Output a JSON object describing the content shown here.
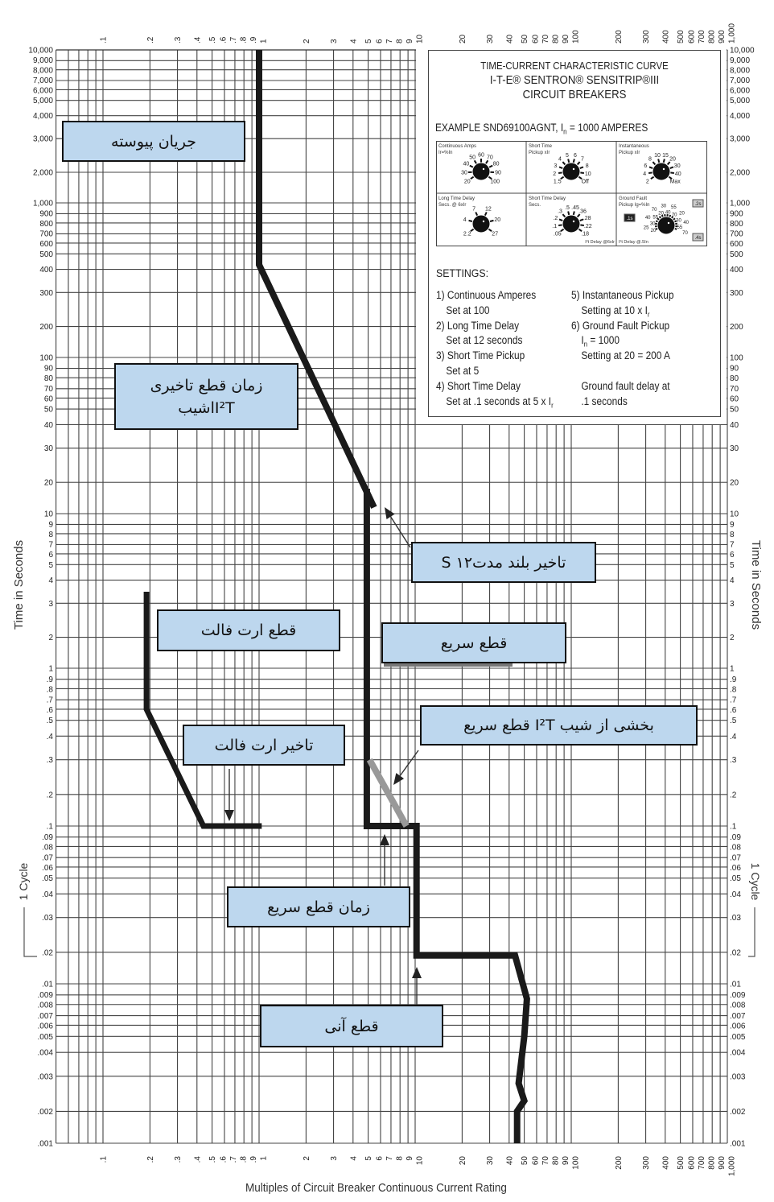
{
  "chart_data": {
    "type": "line",
    "title": "TIME-CURRENT CHARACTERISTIC CURVE",
    "xlabel": "Multiples of Circuit Breaker Continuous Current Rating",
    "ylabel": "Time in Seconds",
    "xscale": "log",
    "yscale": "log",
    "xlim": [
      0.05,
      1000
    ],
    "ylim": [
      0.001,
      10000
    ],
    "grid": true,
    "x_ticks": [
      ".1",
      ".2",
      ".3",
      ".4",
      ".5",
      ".6",
      ".7",
      ".8",
      ".9",
      "1",
      "2",
      "3",
      "4",
      "5",
      "6",
      "7",
      "8",
      "9",
      "10",
      "20",
      "30",
      "40",
      "50",
      "60",
      "70",
      "80",
      "90",
      "100",
      "200",
      "300",
      "400",
      "500",
      "600",
      "700",
      "800",
      "900",
      "1,000"
    ],
    "x_tick_values": [
      0.1,
      0.2,
      0.3,
      0.4,
      0.5,
      0.6,
      0.7,
      0.8,
      0.9,
      1,
      2,
      3,
      4,
      5,
      6,
      7,
      8,
      9,
      10,
      20,
      30,
      40,
      50,
      60,
      70,
      80,
      90,
      100,
      200,
      300,
      400,
      500,
      600,
      700,
      800,
      900,
      1000
    ],
    "y_ticks": [
      "10,000",
      "9,000",
      "8,000",
      "7,000",
      "6,000",
      "5,000",
      "4,000",
      "3,000",
      "2,000",
      "1,000",
      "900",
      "800",
      "700",
      "600",
      "500",
      "400",
      "300",
      "200",
      "100",
      "90",
      "80",
      "70",
      "60",
      "50",
      "40",
      "30",
      "20",
      "10",
      "9",
      "8",
      "7",
      "6",
      "5",
      "4",
      "3",
      "2",
      "1",
      ".9",
      ".8",
      ".7",
      ".6",
      ".5",
      ".4",
      ".3",
      ".2",
      ".1",
      ".09",
      ".08",
      ".07",
      ".06",
      ".05",
      ".04",
      ".03",
      ".02",
      ".01",
      ".009",
      ".008",
      ".007",
      ".006",
      ".005",
      ".004",
      ".003",
      ".002",
      ".001"
    ],
    "y_tick_values": [
      10000,
      9000,
      8000,
      7000,
      6000,
      5000,
      4000,
      3000,
      2000,
      1000,
      900,
      800,
      700,
      600,
      500,
      400,
      300,
      200,
      100,
      90,
      80,
      70,
      60,
      50,
      40,
      30,
      20,
      10,
      9,
      8,
      7,
      6,
      5,
      4,
      3,
      2,
      1,
      0.9,
      0.8,
      0.7,
      0.6,
      0.5,
      0.4,
      0.3,
      0.2,
      0.1,
      0.09,
      0.08,
      0.07,
      0.06,
      0.05,
      0.04,
      0.03,
      0.02,
      0.01,
      0.009,
      0.008,
      0.007,
      0.006,
      0.005,
      0.004,
      0.003,
      0.002,
      0.001
    ],
    "cycle_label": "1 Cycle",
    "series": [
      {
        "name": "phase-trip-curve",
        "color": "#1a1a1a",
        "x": [
          1,
          1,
          5.45,
          5.45
        ],
        "y": [
          10000,
          430,
          12,
          12
        ]
      },
      {
        "name": "short-time-instantaneous-curve",
        "color": "#1a1a1a",
        "x": [
          4.9,
          4.9,
          10.2,
          10.2,
          43.6,
          52,
          50,
          46,
          50,
          45,
          45
        ],
        "y": [
          18,
          0.1,
          0.1,
          0.019,
          0.019,
          0.0086,
          0.005,
          0.0028,
          0.0023,
          0.002,
          0.001
        ]
      },
      {
        "name": "short-time-i2t-ramp",
        "color": "#999999",
        "x": [
          5.1,
          8.8
        ],
        "y": [
          0.3,
          0.1
        ]
      },
      {
        "name": "ground-fault-curve",
        "color": "#1a1a1a",
        "x": [
          0.19,
          0.19,
          0.44,
          1.04
        ],
        "y": [
          3.5,
          0.6,
          0.1,
          0.1
        ]
      }
    ]
  },
  "annotations": {
    "continuous_current": "جریان پیوسته",
    "long_delay_line1": "زمان قطع تاخیری",
    "long_delay_line2": "I²Tاشیب",
    "long_time_delay": "تاخیر بلند مدتS ۱۲",
    "ground_fault_trip": "قطع ارت فالت",
    "short_time_trip": "قطع سریع",
    "short_time_i2t": "بخشی از شیب I²T قطع سریع",
    "ground_fault_delay": "تاخیر ارت فالت",
    "short_time_delay": "زمان قطع سریع",
    "instantaneous": "قطع آنی"
  },
  "info": {
    "title1": "TIME-CURRENT CHARACTERISTIC CURVE",
    "title2": "I-T-E® SENTRON® SENSITRIP®III",
    "title3": "CIRCUIT BREAKERS",
    "example_pre": "EXAMPLE SND69100AGNT, I",
    "example_sub": "n",
    "example_post": " = 1000 AMPERES",
    "settings_heading": "SETTINGS:",
    "settings_left": [
      {
        "text": "1) Continuous Amperes",
        "sub": ""
      },
      {
        "text": "Set at 100",
        "sub": ""
      },
      {
        "text": "2) Long Time Delay",
        "sub": ""
      },
      {
        "text": "Set at 12 seconds",
        "sub": ""
      },
      {
        "text": "3) Short Time Pickup",
        "sub": ""
      },
      {
        "text": "Set at 5",
        "sub": ""
      },
      {
        "text": "4) Short Time Delay",
        "sub": ""
      },
      {
        "text": "Set at .1 seconds at 5 x I",
        "sub": "r"
      }
    ],
    "settings_right": [
      {
        "text": "5) Instantaneous Pickup",
        "sub": ""
      },
      {
        "text": "Setting at 10 x I",
        "sub": "r"
      },
      {
        "text": "6) Ground Fault Pickup",
        "sub": ""
      },
      {
        "text": "I",
        "sub": "n",
        "post": " = 1000"
      },
      {
        "text": "Setting at 20 = 200 A",
        "sub": ""
      },
      {
        "text": "",
        "sub": ""
      },
      {
        "text": "Ground fault delay at",
        "sub": ""
      },
      {
        "text": ".1 seconds",
        "sub": ""
      }
    ],
    "dials": [
      {
        "title": "Continuous Amps",
        "sub": "Ir=%In",
        "labels": [
          "20",
          "30",
          "40",
          "50",
          "60",
          "70",
          "80",
          "90",
          "100"
        ]
      },
      {
        "title": "Short Time",
        "sub": "Pickup xIr",
        "labels": [
          "1.5",
          "2",
          "3",
          "4",
          "5",
          "6",
          "7",
          "8",
          "10",
          "Off"
        ]
      },
      {
        "title": "Instantaneous",
        "sub": "Pickup xIr",
        "labels": [
          "2",
          "4",
          "6",
          "8",
          "10",
          "15",
          "20",
          "30",
          "40",
          "Max"
        ]
      },
      {
        "title": "Long Time Delay",
        "sub": "Secs. @ 6xIr",
        "labels": [
          "2.2",
          "4",
          "7",
          "12",
          "20",
          "27"
        ]
      },
      {
        "title": "Short Time Delay",
        "sub": "Secs.",
        "labels": [
          ".05",
          ".1",
          ".2",
          ".3",
          ".5",
          ".45",
          ".36",
          ".28",
          ".22",
          ".18"
        ],
        "extra": "I²t Delay @6xIr"
      },
      {
        "title": "Ground Fault",
        "sub": "Pickup Ig=%In",
        "labels": [
          "20",
          "25",
          "30",
          "40",
          "55",
          "70",
          "20",
          "30",
          "40",
          "55",
          "70",
          "20",
          "30",
          "40",
          "55",
          "70"
        ],
        "extra": "I²t Delay @.5In",
        "badges": [
          ".1s",
          ".2s",
          ".4s"
        ]
      }
    ]
  },
  "axes": {
    "y_title": "Time in Seconds",
    "x_title": "Multiples of Circuit Breaker Continuous Current Rating"
  }
}
